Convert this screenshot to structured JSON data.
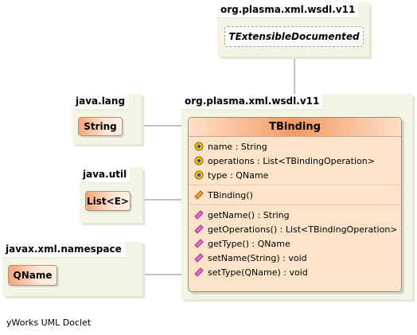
{
  "packages": {
    "wsdl_top": {
      "name": "org.plasma.xml.wsdl.v11"
    },
    "java_lang": {
      "name": "java.lang"
    },
    "java_util": {
      "name": "java.util"
    },
    "javax_ns": {
      "name": "javax.xml.namespace"
    },
    "wsdl_main": {
      "name": "org.plasma.xml.wsdl.v11"
    }
  },
  "classes": {
    "extensible": {
      "name": "TExtensibleDocumented"
    },
    "string": {
      "name": "String"
    },
    "list": {
      "name": "List<E>"
    },
    "qname": {
      "name": "QName"
    },
    "binding": {
      "name": "TBinding",
      "fields": [
        {
          "text": "name : String",
          "icon": "field-icon"
        },
        {
          "text": "operations : List<TBindingOperation>",
          "icon": "field-icon"
        },
        {
          "text": "type : QName",
          "icon": "field-icon"
        }
      ],
      "constructors": [
        {
          "text": "TBinding()",
          "icon": "constructor-icon"
        }
      ],
      "methods": [
        {
          "text": "getName() : String",
          "icon": "method-icon"
        },
        {
          "text": "getOperations() : List<TBindingOperation>",
          "icon": "method-icon"
        },
        {
          "text": "getType() : QName",
          "icon": "method-icon"
        },
        {
          "text": "setName(String) : void",
          "icon": "method-icon"
        },
        {
          "text": "setType(QName) : void",
          "icon": "method-icon"
        }
      ]
    }
  },
  "footer": "yWorks UML Doclet",
  "colors": {
    "package_bg": "#f4f4e4",
    "class_body": "#fbe4c8",
    "class_header": "#f39a64",
    "field_icon": "#e8b400",
    "method_icon": "#e070d0"
  }
}
